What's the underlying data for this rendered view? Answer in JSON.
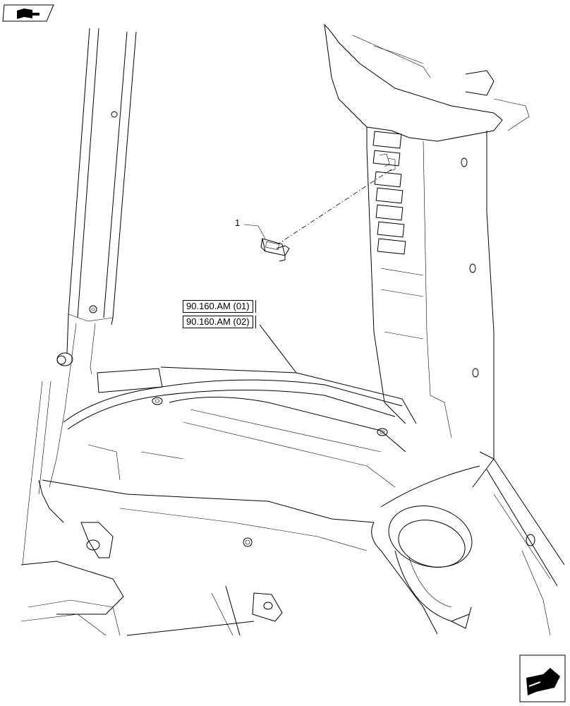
{
  "callouts": {
    "item_1": "1"
  },
  "references": [
    "90.160.AM (01)",
    "90.160.AM (02)"
  ],
  "icons": {
    "top_left": "book-arrow-icon",
    "bottom_right": "navigation-arrow-icon"
  }
}
